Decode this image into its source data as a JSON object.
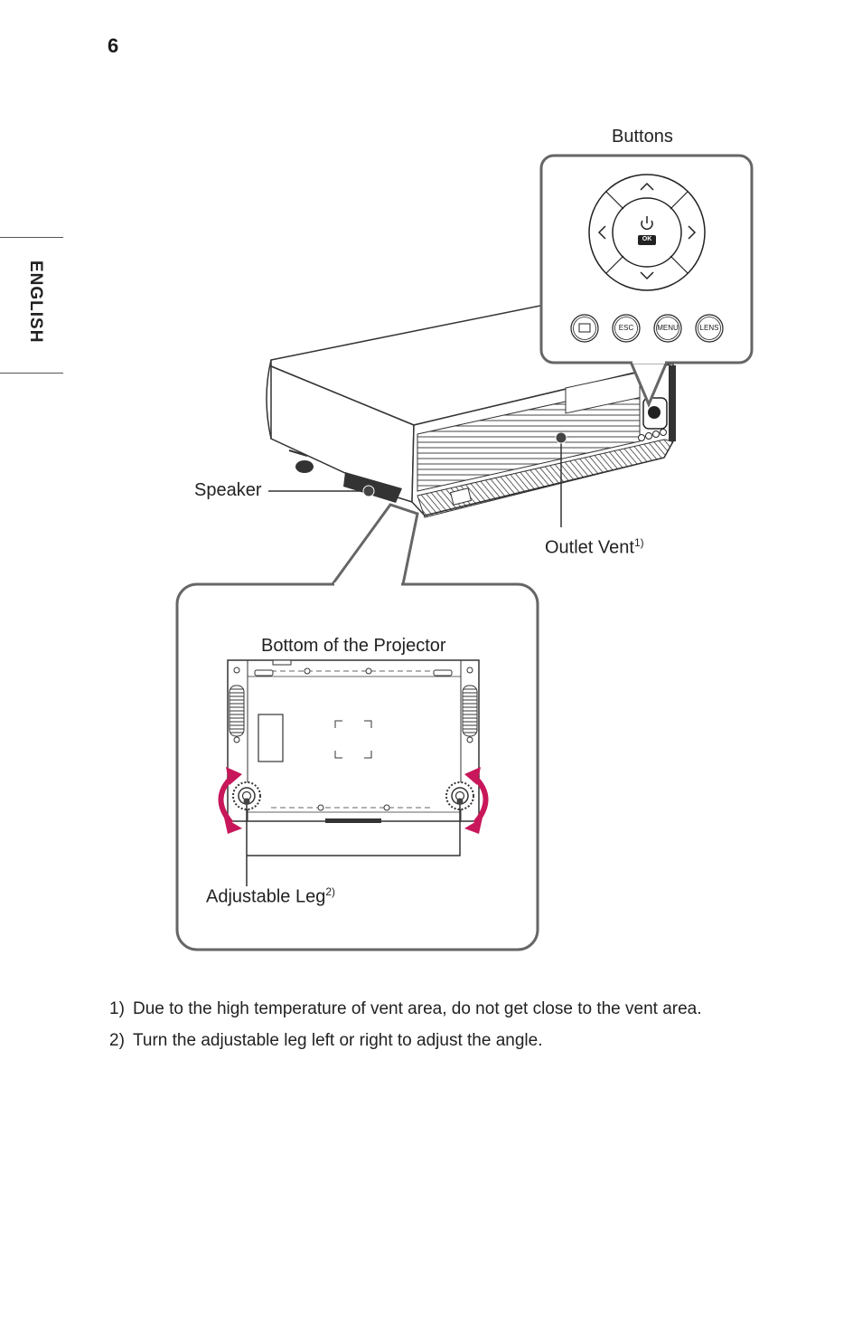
{
  "page": {
    "number": "6",
    "language_tab": "ENGLISH"
  },
  "labels": {
    "buttons": "Buttons",
    "speaker": "Speaker",
    "outlet_vent": "Outlet Vent",
    "outlet_vent_ref": "1)",
    "bottom_title": "Bottom of the Projector",
    "adjustable_leg": "Adjustable Leg",
    "adjustable_leg_ref": "2)"
  },
  "control_panel": {
    "center_label": "OK",
    "buttons": [
      "ESC",
      "MENU",
      "LENS"
    ],
    "input_icon": "input-source-icon",
    "power_icon": "power-icon"
  },
  "colors": {
    "arrow": "#c8175a",
    "line": "#333333",
    "callout_border": "#666666"
  },
  "footnotes": [
    {
      "num": "1)",
      "text": "Due to the high temperature of vent area, do not get close to the vent area."
    },
    {
      "num": "2)",
      "text": "Turn the adjustable leg left or right to adjust the angle."
    }
  ]
}
